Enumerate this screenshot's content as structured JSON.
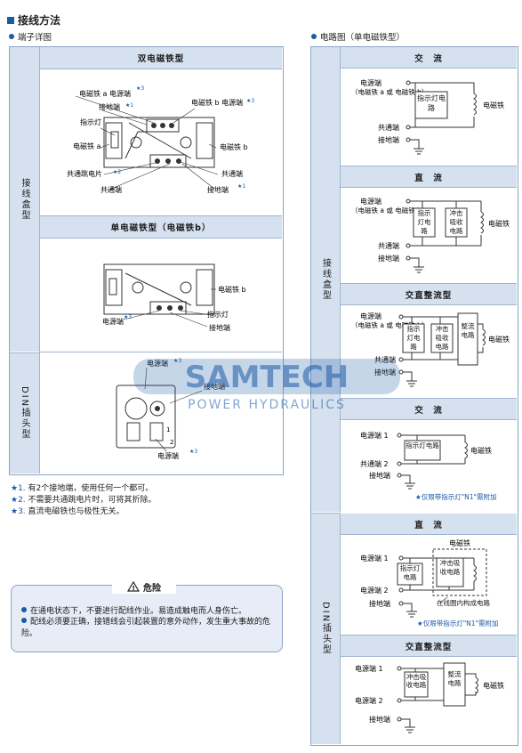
{
  "page": {
    "section_title": "接线方法",
    "left_subtitle": "端子详图",
    "right_subtitle": "电路图（单电磁铁型）"
  },
  "left_table": {
    "row_junction_label": "接线盒型",
    "row_din_label": "DIN插头型",
    "double_header": "双电磁铁型",
    "single_header": "单电磁铁型（电磁铁b）",
    "double_labels": {
      "sol_a_power": "电磁铁 a 电源端",
      "sol_b_power": "电磁铁 b 电源端",
      "ground1": "接地端",
      "indicator": "指示灯",
      "sol_a": "电磁铁 a",
      "sol_b": "电磁铁 b",
      "common_jumper": "共通跳电片",
      "common_term": "共通端",
      "common_term2": "共通端",
      "ground2": "接地端"
    },
    "single_labels": {
      "sol_b": "电磁铁 b",
      "power": "电源端",
      "indicator": "指示灯",
      "ground": "接地端"
    },
    "din_labels": {
      "power_top": "电源端",
      "ground": "接地端",
      "power_bottom": "电源端",
      "num1": "1",
      "num2": "2"
    },
    "star1": "★1",
    "star2": "★2",
    "star3": "★3"
  },
  "notes": [
    {
      "mark": "★1.",
      "text": "有2个接地端，使用任何一个都可。"
    },
    {
      "mark": "★2.",
      "text": "不需要共通跳电片时，可将其折除。"
    },
    {
      "mark": "★3.",
      "text": "直流电磁铁也与极性无关。"
    }
  ],
  "danger": {
    "title": "危险",
    "items": [
      "在通电状态下，不要进行配线作业。易造成触电而人身伤亡。",
      "配线必须要正确，接错线会引起装置的意外动作，发生重大事故的危险。"
    ]
  },
  "right_table": {
    "row_junction_label": "接线盒型",
    "row_din_label": "DIN插头型",
    "jb_ac": {
      "header": "交　流",
      "power": "电源端",
      "power_sub": "（电磁铁 a 或 电磁铁 b）",
      "indicator_circuit": "指示灯电路",
      "solenoid": "电磁铁",
      "common": "共通端",
      "ground": "接地端"
    },
    "jb_dc": {
      "header": "直　流",
      "power": "电源端",
      "power_sub": "（电磁铁 a 或 电磁铁 b）",
      "indicator_circuit": "指示灯电路",
      "surge_circuit": "冲击吸收电路",
      "solenoid": "电磁铁",
      "common": "共通端",
      "ground": "接地端"
    },
    "jb_acdc": {
      "header": "交直整流型",
      "power": "电源端",
      "power_sub": "（电磁铁 a 或 电磁铁 b）",
      "indicator_circuit": "指示灯电路",
      "surge_circuit": "冲击吸收电路",
      "rectifier": "整流电路",
      "solenoid": "电磁铁",
      "common": "共通端",
      "ground": "接地端"
    },
    "din_ac": {
      "header": "交　流",
      "power1": "电源端 1",
      "power2": "共通端 2",
      "indicator_circuit": "指示灯电路",
      "solenoid": "电磁铁",
      "ground": "接地端",
      "note": "★仅限带指示灯\"N1\"需附加"
    },
    "din_dc": {
      "header": "直　流",
      "power1": "电源端 1",
      "power2": "电源端 2",
      "indicator_circuit": "指示灯电路",
      "surge_circuit": "冲击吸收电路",
      "solenoid_top": "电磁铁",
      "coil_built_in": "在线圈内构成电路",
      "ground": "接地端",
      "note": "★仅限带指示灯\"N1\"需附加"
    },
    "din_acdc": {
      "header": "交直整流型",
      "power1": "电源端 1",
      "power2": "电源端 2",
      "surge_circuit": "冲击吸收电路",
      "rectifier": "整流电路",
      "solenoid": "电磁铁",
      "ground": "接地端"
    }
  },
  "watermark": {
    "brand": "SAMTECH",
    "tagline": "POWER HYDRAULICS"
  },
  "colors": {
    "header_bg": "#d6e1ef",
    "accent": "#1b5aa6",
    "border": "#8ea4c4"
  }
}
